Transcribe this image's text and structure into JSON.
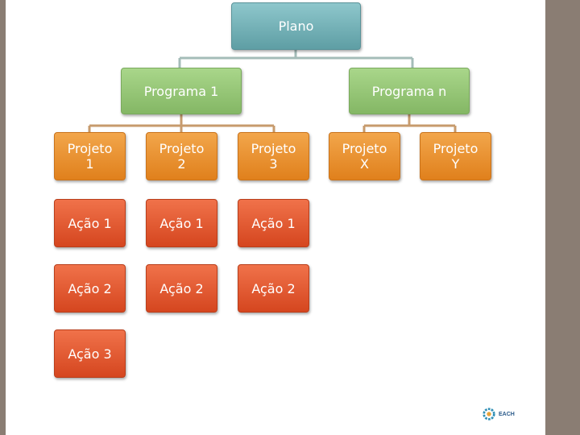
{
  "diagram": {
    "root": "Plano",
    "programs": [
      "Programa 1",
      "Programa n"
    ],
    "projects": [
      "Projeto\n1",
      "Projeto\n2",
      "Projeto\n3",
      "Projeto\nX",
      "Projeto\nY"
    ],
    "actions": {
      "row1": [
        "Ação 1",
        "Ação 1",
        "Ação 1"
      ],
      "row2": [
        "Ação 2",
        "Ação 2",
        "Ação 2"
      ],
      "row3": [
        "Ação 3"
      ]
    }
  },
  "logo": {
    "text": "EACH",
    "icon": "gear-logo-icon"
  },
  "colors": {
    "root": "#6fb0b6",
    "program": "#96c777",
    "project": "#ec9431",
    "action": "#e35a31",
    "connector_root": "#9db9ba",
    "connector_program": "#c99a6a",
    "side_bar": "#8a7d73"
  }
}
